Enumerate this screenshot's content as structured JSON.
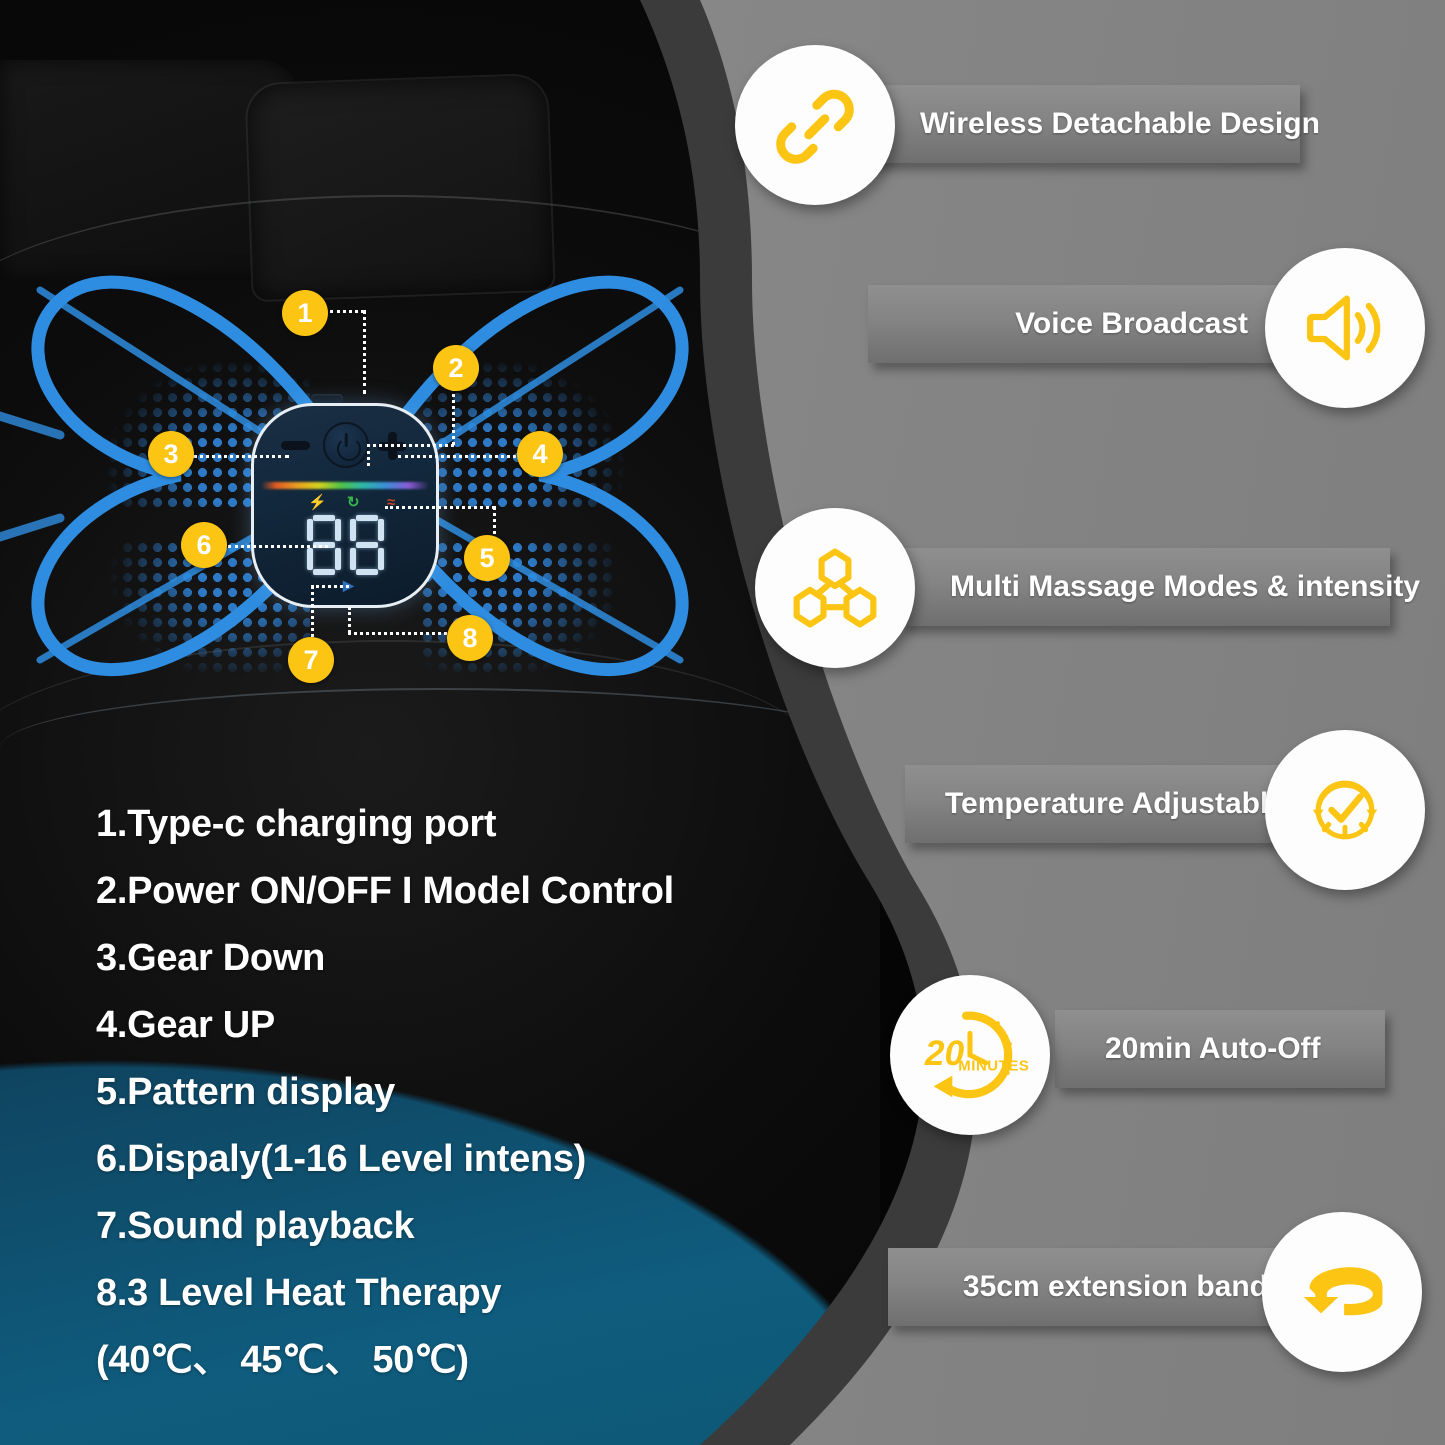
{
  "product": {
    "control_unit": {
      "display_value": "88",
      "buttons": [
        "minus",
        "power",
        "plus"
      ],
      "status_icons": [
        "bolt",
        "loop",
        "heat"
      ],
      "bolt_glyph": "⚡",
      "loop_glyph": "↻",
      "heat_glyph": "≈",
      "sound_glyph": "▶"
    },
    "callouts": [
      {
        "number": "1"
      },
      {
        "number": "2"
      },
      {
        "number": "3"
      },
      {
        "number": "4"
      },
      {
        "number": "5"
      },
      {
        "number": "6"
      },
      {
        "number": "7"
      },
      {
        "number": "8"
      }
    ]
  },
  "legend": {
    "items": [
      "1.Type-c charging port",
      "2.Power ON/OFF I Model Control",
      "3.Gear Down",
      "4.Gear UP",
      "5.Pattern display",
      "6.Dispaly(1-16 Level intens)",
      "7.Sound playback",
      "8.3 Level Heat Therapy",
      "(40℃、 45℃、 50℃)"
    ]
  },
  "features": [
    {
      "label": "Wireless Detachable Design",
      "icon": "link-icon",
      "side": "icon-left"
    },
    {
      "label": "Voice Broadcast",
      "icon": "speaker-icon",
      "side": "icon-right"
    },
    {
      "label": "Multi Massage Modes & intensity",
      "icon": "molecule-icon",
      "side": "icon-left"
    },
    {
      "label": "Temperature Adjustable",
      "icon": "clock-check-icon",
      "side": "icon-right"
    },
    {
      "label": "20min Auto-Off",
      "icon": "twenty-minutes-icon",
      "side": "icon-left"
    },
    {
      "label": "35cm extension band",
      "icon": "belt-icon",
      "side": "icon-right"
    }
  ],
  "icon_text": {
    "twenty_number": "20",
    "twenty_unit": "MINUTES"
  },
  "colors": {
    "accent_yellow": "#FCC513",
    "panel_gray": "#888888",
    "bar_gray": "#848484",
    "teal": "#0F5C7E",
    "badge_text": "#FFFFFF",
    "mesh_blue": "#2F7FD0"
  }
}
